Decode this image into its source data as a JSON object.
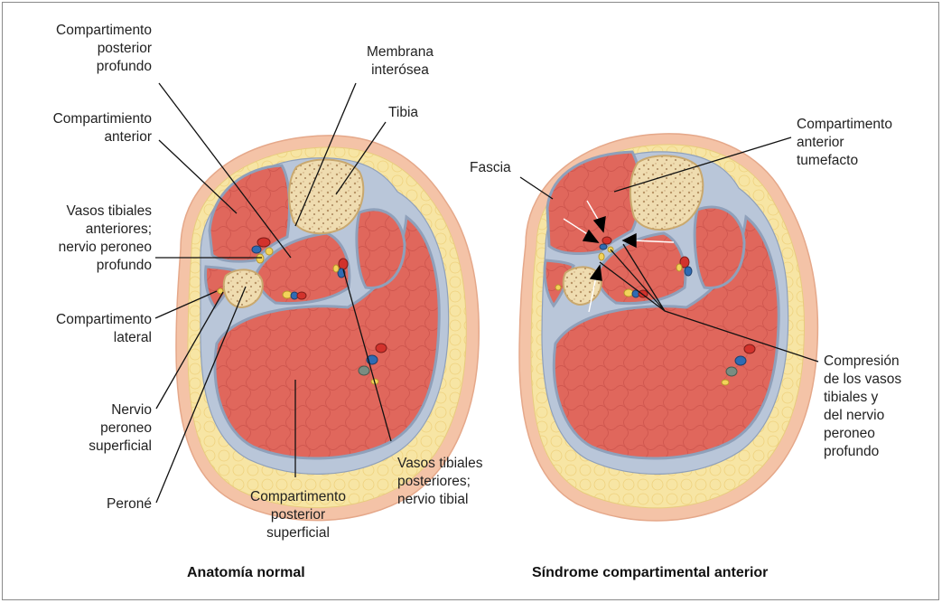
{
  "colors": {
    "skin": "#f4c3a7",
    "fat": "#f7e5a4",
    "fascia": "#b9c6d9",
    "muscle": "#e0675c",
    "bone": "#efdcb0",
    "artery": "#d2322c",
    "vein": "#2f6bb3",
    "nerve": "#f3d35a"
  },
  "left_figure": {
    "caption": "Anatomía normal",
    "labels": {
      "compartimento_posterior_profundo": "Compartimento\nposterior\nprofundo",
      "compartimiento_anterior": "Compartimiento\nanterior",
      "vasos_tibiales_anteriores": "Vasos tibiales\nanteriores;\nnervio peroneo\nprofundo",
      "compartimento_lateral": "Compartimento\nlateral",
      "nervio_peroneo_superficial": "Nervio\nperoneo\nsuperficial",
      "perone": "Peroné",
      "compartimento_posterior_superficial": "Compartimento\nposterior\nsuperficial",
      "vasos_tibiales_posteriores": "Vasos tibiales\nposteriores;\nnervio tibial",
      "membrana_interosea": "Membrana\ninterósea",
      "tibia": "Tibia"
    }
  },
  "right_figure": {
    "caption": "Síndrome compartimental anterior",
    "labels": {
      "fascia": "Fascia",
      "compartimento_anterior_tumefacto": "Compartimento\nanterior\ntumefacto",
      "compresion": "Compresión\nde los vasos\ntibiales y\ndel nervio\nperoneo\nprofundo"
    }
  }
}
